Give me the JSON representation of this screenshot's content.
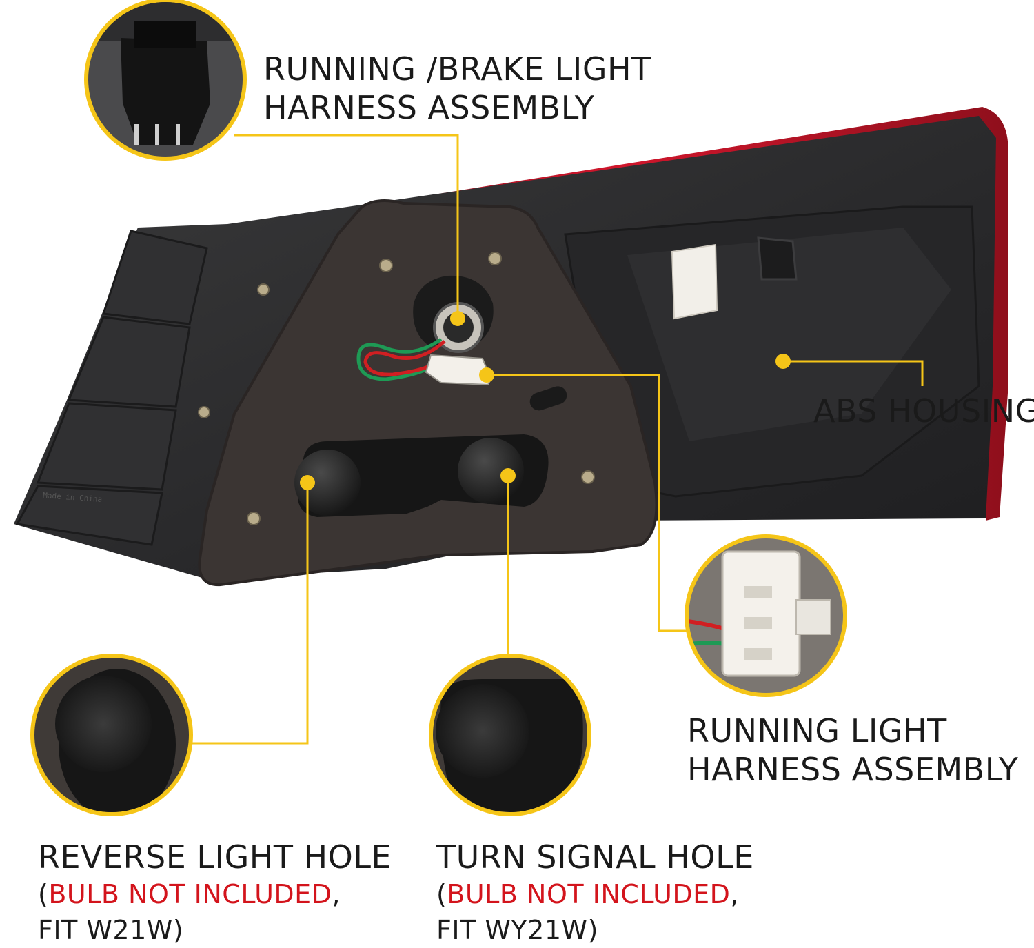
{
  "colors": {
    "callout_yellow": "#f5c518",
    "text": "#1a1a1a",
    "warning_red": "#d3141c",
    "housing_dark": "#2b2b2c",
    "lens_red": "#c8142a",
    "gasket": "#3a3432"
  },
  "labels": {
    "brake_harness": {
      "line1": "RUNNING /BRAKE LIGHT",
      "line2": "HARNESS ASSEMBLY"
    },
    "abs_housing": "ABS HOUSING",
    "running_harness": {
      "line1": "RUNNING LIGHT",
      "line2": "HARNESS ASSEMBLY"
    },
    "reverse": {
      "title": "REVERSE LIGHT HOLE",
      "paren_open": "(",
      "note": "BULB NOT INCLUDED",
      "comma": ",",
      "fit": "FIT W21W)"
    },
    "turn": {
      "title": "TURN SIGNAL HOLE",
      "paren_open": "(",
      "note": "BULB NOT INCLUDED",
      "comma": ",",
      "fit": "FIT WY21W)"
    }
  },
  "housing_marking": "Made in China"
}
